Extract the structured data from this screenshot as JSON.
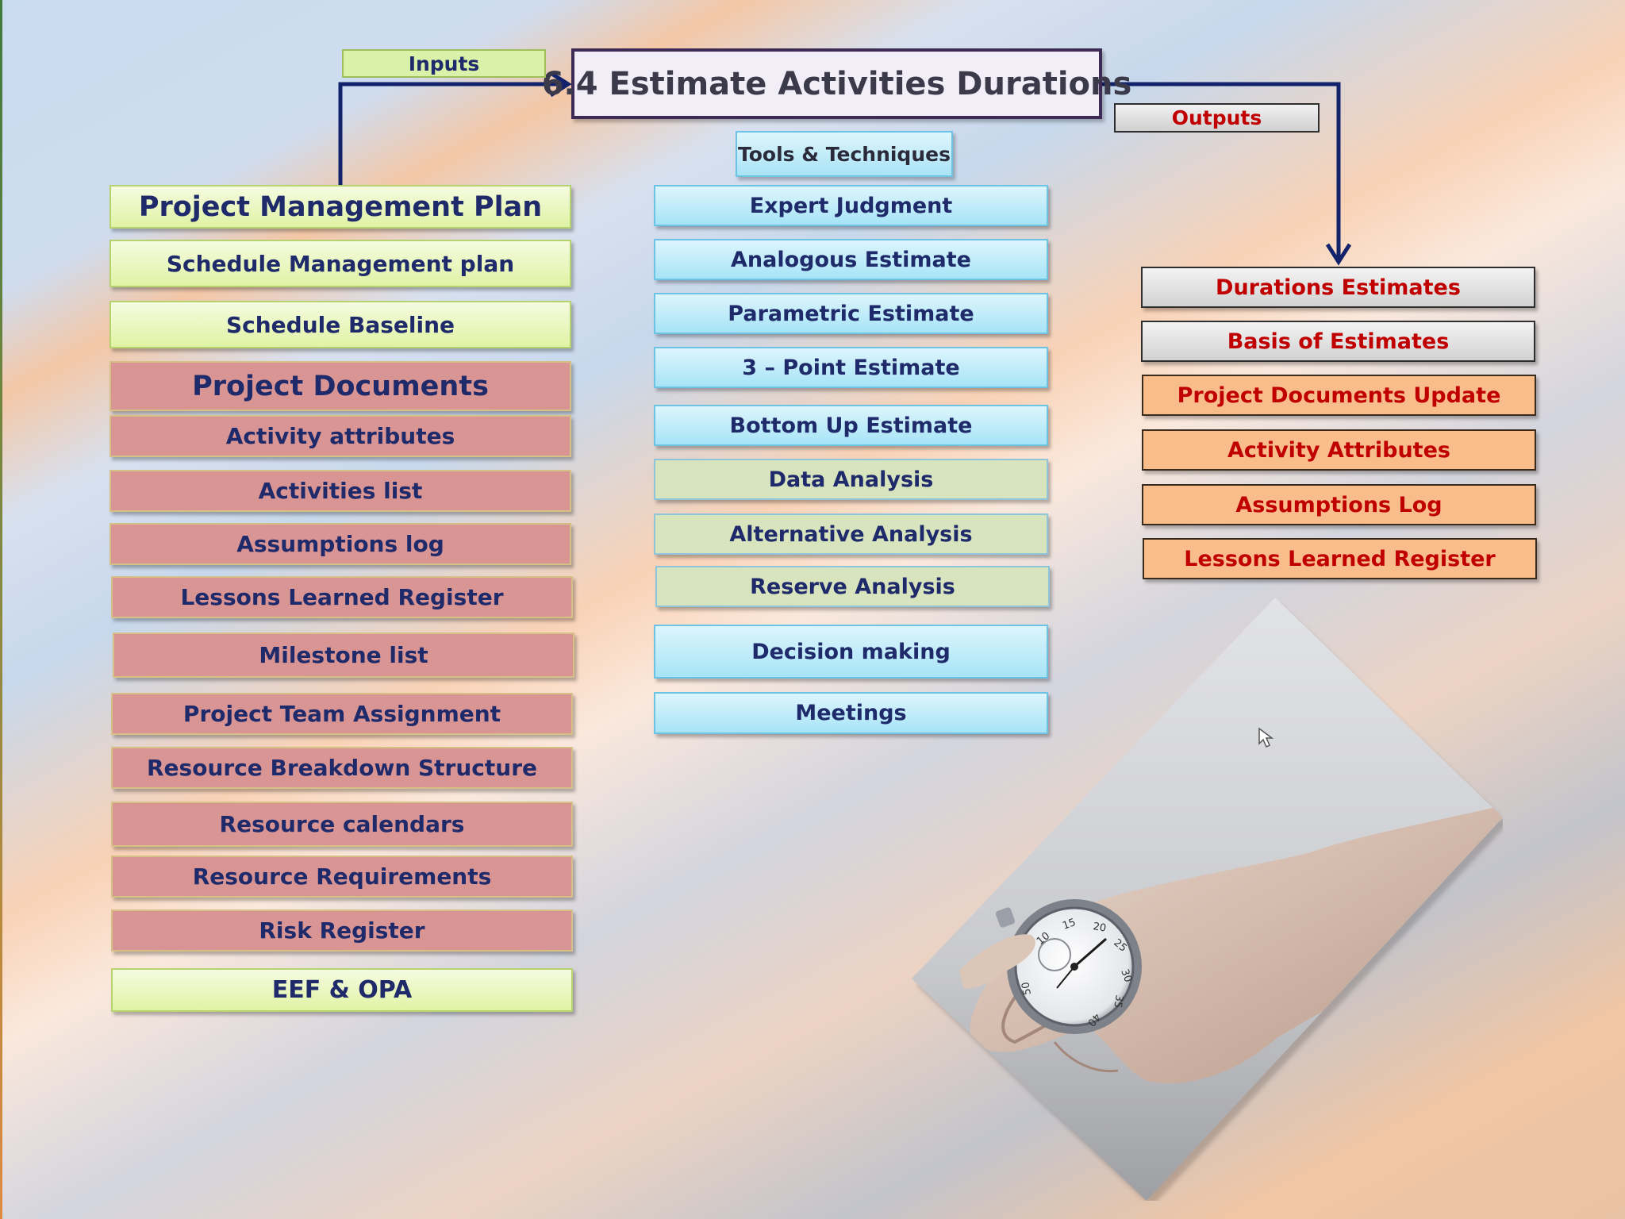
{
  "title": "6.4 Estimate Activities Durations",
  "labels": {
    "inputs": "Inputs",
    "tools": "Tools & Techniques",
    "outputs": "Outputs"
  },
  "inputs": {
    "project_management_plan": "Project Management Plan",
    "schedule_management_plan": "Schedule Management plan",
    "schedule_baseline": "Schedule Baseline",
    "project_documents": "Project Documents",
    "documents": [
      "Activity attributes",
      "Activities list",
      "Assumptions log",
      "Lessons Learned Register",
      "Milestone list",
      "Project Team Assignment",
      "Resource Breakdown Structure",
      "Resource calendars",
      "Resource Requirements",
      "Risk Register"
    ],
    "eef_opa": "EEF & OPA"
  },
  "tools": [
    "Expert Judgment",
    "Analogous Estimate",
    "Parametric Estimate",
    "3 – Point Estimate",
    "Bottom Up Estimate",
    "Data Analysis",
    "Alternative Analysis",
    "Reserve Analysis",
    "Decision making",
    "Meetings"
  ],
  "outputs": [
    "Durations Estimates",
    "Basis of Estimates",
    "Project Documents Update",
    "Activity Attributes",
    "Assumptions Log",
    "Lessons Learned Register"
  ],
  "stopwatch_numbers": [
    "10",
    "15",
    "20",
    "25",
    "30",
    "35",
    "40",
    "50"
  ],
  "colors": {
    "text_navy": "#1f2a6b",
    "output_red": "#c00000",
    "connector": "#12236b"
  }
}
